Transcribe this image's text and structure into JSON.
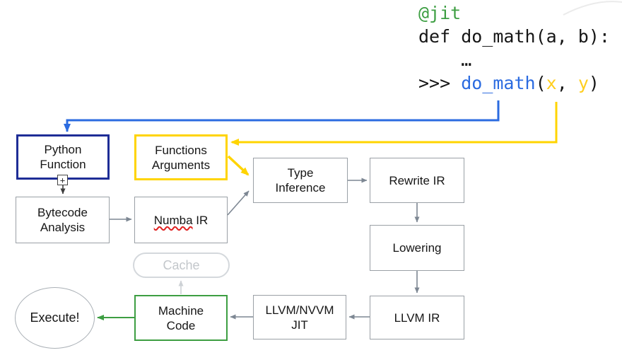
{
  "colors": {
    "navy": "#1e2d96",
    "blue": "#2b6be0",
    "yellow": "#ffd400",
    "green": "#3d9e42",
    "gray_border": "#9aa0a6",
    "gray_arrow": "#7d8793",
    "dark_arrow": "#3c3c3c",
    "cache_border": "#d4d8dc",
    "cache_text": "#c3c7cb",
    "cache_arrow": "#cdd1d5",
    "code_green": "#3d9e42",
    "code_blue": "#2b6be0",
    "code_yellow": "#ffce1f",
    "squiggle_red": "#e02020",
    "faint_arc": "#ebebeb"
  },
  "code": {
    "lines": [
      [
        {
          "t": "@jit",
          "c": "green"
        }
      ],
      [
        {
          "t": "def do_math(a, b):",
          "c": "black"
        }
      ],
      [
        {
          "t": "    …",
          "c": "black"
        }
      ],
      [
        {
          "t": ">>> ",
          "c": "black"
        },
        {
          "t": "do_math",
          "c": "blue"
        },
        {
          "t": "(",
          "c": "black"
        },
        {
          "t": "x",
          "c": "yellow"
        },
        {
          "t": ", ",
          "c": "black"
        },
        {
          "t": "y",
          "c": "yellow"
        },
        {
          "t": ")",
          "c": "black"
        }
      ]
    ]
  },
  "icons": {
    "expand_plus": "+"
  },
  "diagram": {
    "nodes": {
      "python_function": {
        "label": "Python\nFunction"
      },
      "functions_arguments": {
        "label": "Functions\nArguments"
      },
      "bytecode_analysis": {
        "label": "Bytecode\nAnalysis"
      },
      "numba_ir": {
        "word": "Numba",
        "suffix": " IR"
      },
      "type_inference": {
        "label": "Type\nInference"
      },
      "rewrite_ir": {
        "label": "Rewrite IR"
      },
      "lowering": {
        "label": "Lowering"
      },
      "llvm_ir": {
        "label": "LLVM IR"
      },
      "llvm_nvvm_jit": {
        "label": "LLVM/NVVM\nJIT"
      },
      "machine_code": {
        "label": "Machine\nCode"
      },
      "cache": {
        "label": "Cache"
      },
      "execute": {
        "label": "Execute!"
      }
    }
  }
}
